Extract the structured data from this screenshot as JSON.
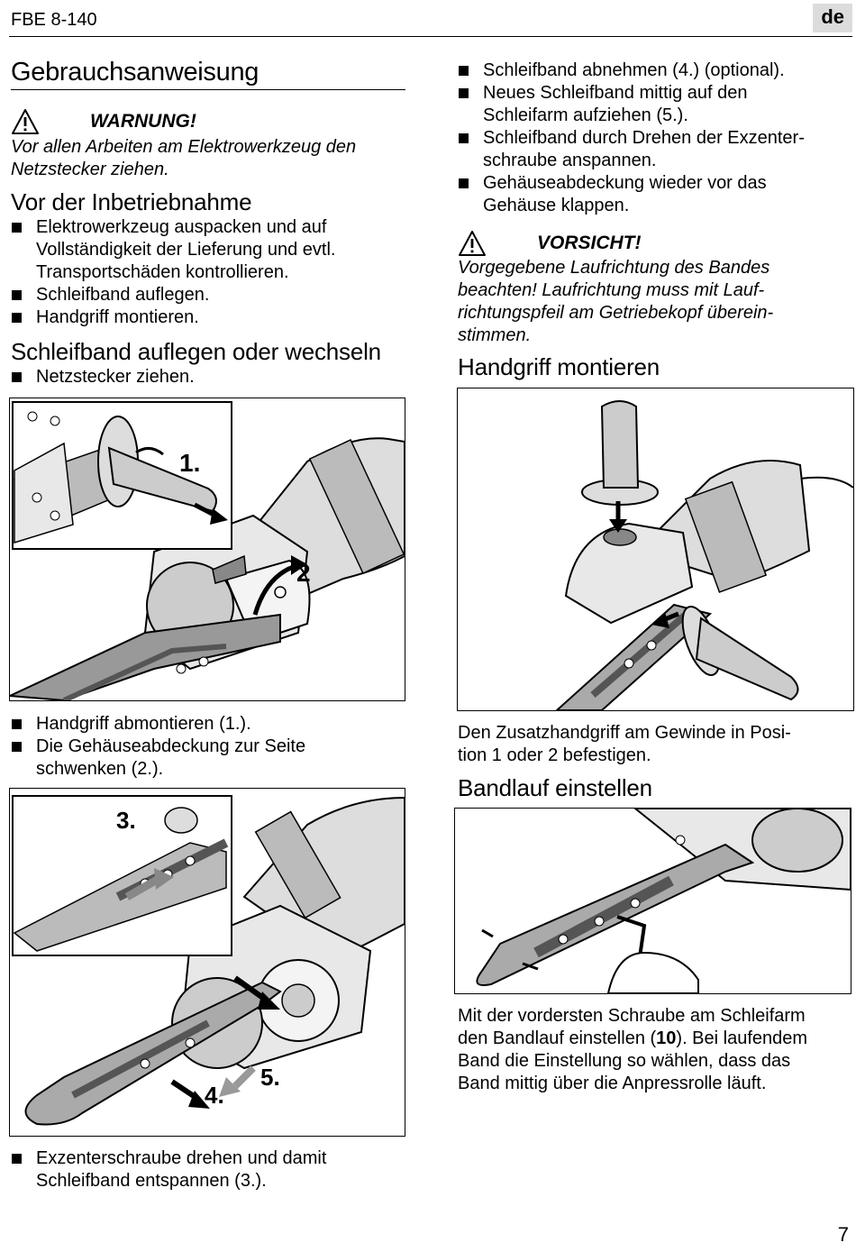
{
  "header": {
    "model": "FBE 8-140",
    "lang": "de"
  },
  "left": {
    "title": "Gebrauchsanweisung",
    "warning": {
      "label": "WARNUNG!",
      "text_line1": "Vor allen Arbeiten am Elektrowerkzeug den",
      "text_line2": "Netzstecker ziehen."
    },
    "section1": {
      "heading": "Vor der Inbetriebnahme",
      "items": [
        {
          "l1": "Elektrowerkzeug auspacken und auf",
          "l2": "Vollständigkeit der Lieferung und evtl.",
          "l3": "Transportschäden kontrollieren."
        },
        {
          "l1": "Schleifband auflegen."
        },
        {
          "l1": "Handgriff montieren."
        }
      ]
    },
    "section2": {
      "heading": "Schleifband auflegen oder wechseln",
      "items": [
        {
          "l1": "Netzstecker ziehen."
        }
      ]
    },
    "fig1": {
      "label1": "1.",
      "label2": "2"
    },
    "after_fig1": [
      {
        "l1": "Handgriff abmontieren (1.)."
      },
      {
        "l1": "Die Gehäuseabdeckung zur Seite",
        "l2": "schwenken (2.)."
      }
    ],
    "fig2": {
      "label3": "3.",
      "label4": "4.",
      "label5": "5."
    },
    "after_fig2": [
      {
        "l1": "Exzenterschraube drehen und damit",
        "l2": "Schleifband entspannen (3.)."
      }
    ]
  },
  "right": {
    "items": [
      {
        "l1": "Schleifband abnehmen (4.) (optional)."
      },
      {
        "l1": "Neues Schleifband mittig auf den",
        "l2": "Schleifarm aufziehen (5.)."
      },
      {
        "l1": "Schleifband durch Drehen der Exzenter-",
        "l2": "schraube anspannen."
      },
      {
        "l1": "Gehäuseabdeckung wieder vor das",
        "l2": "Gehäuse klappen."
      }
    ],
    "caution": {
      "label": "VORSICHT!",
      "l1": "Vorgegebene Laufrichtung des Bandes",
      "l2": "beachten! Laufrichtung muss mit Lauf-",
      "l3": "richtungspfeil am Getriebekopf überein-",
      "l4": "stimmen."
    },
    "section3": {
      "heading": "Handgriff montieren",
      "text_l1": "Den Zusatzhandgriff am Gewinde in Posi-",
      "text_l2": "tion 1 oder 2 befestigen."
    },
    "section4": {
      "heading": "Bandlauf einstellen",
      "text_l1": "Mit der vordersten Schraube am Schleifarm",
      "text_l2_pre": "den Bandlauf einstellen (",
      "text_l2_bold": "10",
      "text_l2_post": "). Bei laufendem",
      "text_l3": "Band die Einstellung so wählen, dass das",
      "text_l4": "Band mittig über die Anpressrolle läuft."
    }
  },
  "page_number": "7"
}
